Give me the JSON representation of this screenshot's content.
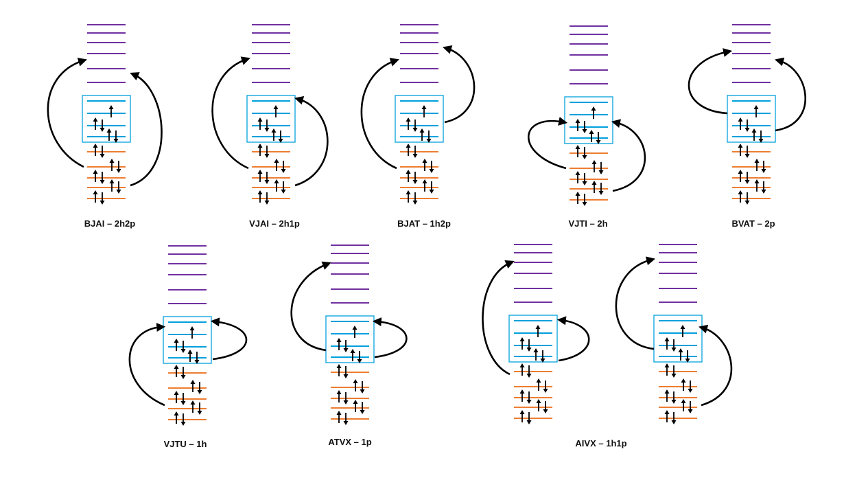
{
  "colors": {
    "virtual": "#7030a0",
    "active": "#00a0dc",
    "core": "#ed7d31",
    "arrow": "#000000"
  },
  "diagrams": [
    {
      "id": "bjai",
      "label": "BJAI – 2h2p",
      "excitations": [
        "core-to-virtual",
        "core-to-virtual"
      ]
    },
    {
      "id": "vjai",
      "label": "VJAI – 2h1p",
      "excitations": [
        "core-to-virtual",
        "core-to-active"
      ]
    },
    {
      "id": "bjat",
      "label": "BJAT – 1h2p",
      "excitations": [
        "core-to-virtual",
        "active-to-virtual"
      ]
    },
    {
      "id": "vjti",
      "label": "VJTI – 2h",
      "excitations": [
        "core-to-active",
        "core-to-active"
      ]
    },
    {
      "id": "bvat",
      "label": "BVAT – 2p",
      "excitations": [
        "active-to-virtual",
        "active-to-virtual"
      ]
    },
    {
      "id": "vjtu",
      "label": "VJTU – 1h",
      "excitations": [
        "core-to-active",
        "active-to-active"
      ]
    },
    {
      "id": "atvx",
      "label": "ATVX – 1p",
      "excitations": [
        "active-to-virtual",
        "active-to-active"
      ]
    },
    {
      "id": "aivx",
      "label": "AIVX – 1h1p",
      "excitations": [
        "core-to-virtual",
        "active-to-active",
        "active-to-virtual",
        "core-to-active"
      ]
    }
  ]
}
